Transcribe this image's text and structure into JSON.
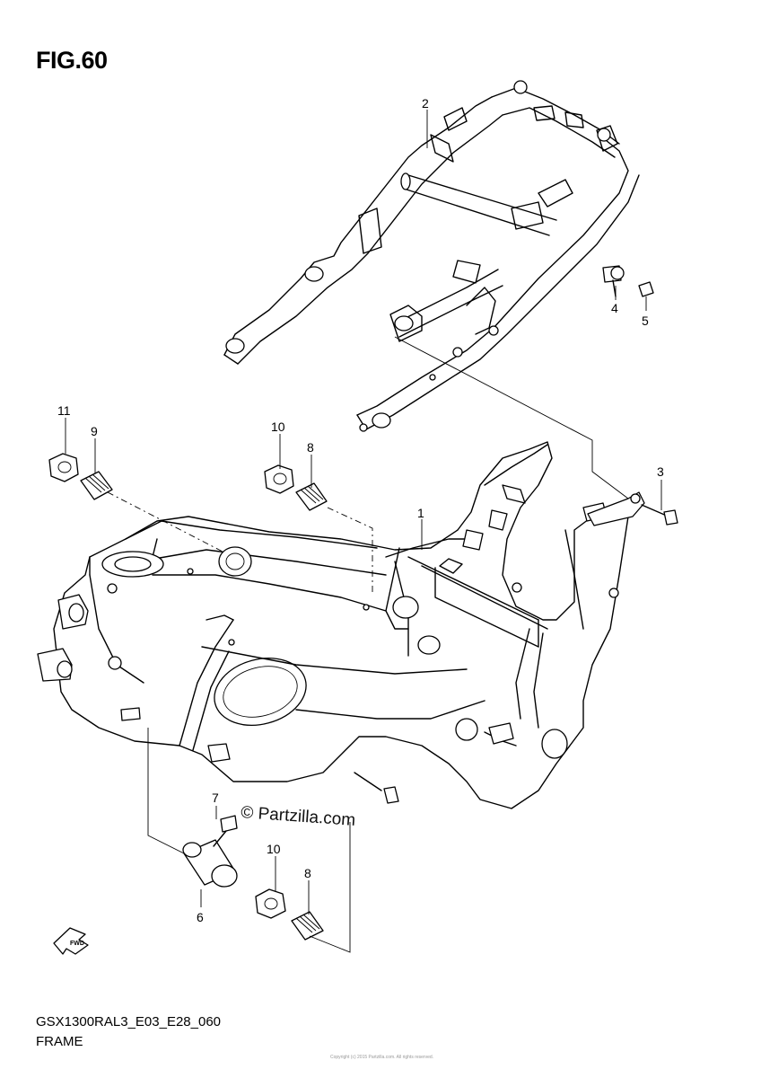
{
  "figure": {
    "title": "FIG.60",
    "code": "GSX1300RAL3_E03_E28_060",
    "name": "FRAME",
    "watermark": "© Partzilla.com",
    "fine_print": "Copyright (c) 2015 Partzilla.com. All rights reserved."
  },
  "callouts": [
    {
      "id": "callout-2",
      "text": "2"
    },
    {
      "id": "callout-4",
      "text": "4"
    },
    {
      "id": "callout-5",
      "text": "5"
    },
    {
      "id": "callout-11",
      "text": "11"
    },
    {
      "id": "callout-9",
      "text": "9"
    },
    {
      "id": "callout-10-top",
      "text": "10"
    },
    {
      "id": "callout-8-top",
      "text": "8"
    },
    {
      "id": "callout-1",
      "text": "1"
    },
    {
      "id": "callout-3",
      "text": "3"
    },
    {
      "id": "callout-7",
      "text": "7"
    },
    {
      "id": "callout-6",
      "text": "6"
    },
    {
      "id": "callout-10-bottom",
      "text": "10"
    },
    {
      "id": "callout-8-bottom",
      "text": "8"
    }
  ],
  "icons": {
    "direction": "fwd-arrow-icon",
    "fwd_label": "FWD"
  }
}
